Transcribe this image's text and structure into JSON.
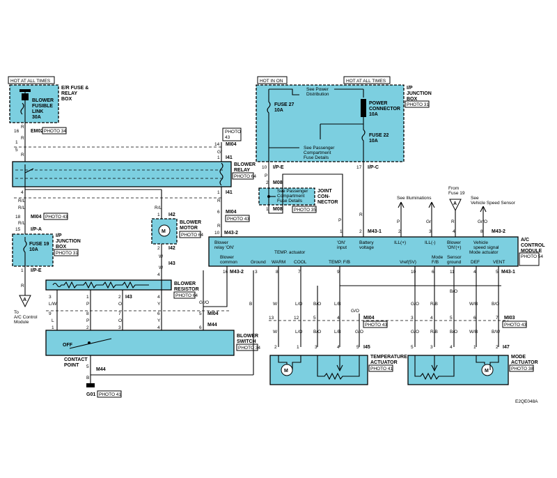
{
  "headers": {
    "hot_at_all_times_left": "HOT AT ALL TIMES",
    "hot_in_on": "HOT IN ON",
    "hot_at_all_times_right": "HOT AT ALL TIMES"
  },
  "er_box": {
    "title": [
      "E/R FUSE &",
      "RELAY",
      "BOX"
    ],
    "fuse": [
      "BLOWER",
      "FUSIBLE",
      "LINK",
      "30A"
    ]
  },
  "ip_box_top": {
    "title": [
      "I/P",
      "JUNCTION",
      "BOX"
    ],
    "photo": "PHOTO 31",
    "fuse27": [
      "FUSE 27",
      "10A"
    ],
    "power_connector": [
      "POWER",
      "CONNECTOR",
      "10A"
    ],
    "fuse22": [
      "FUSE 22",
      "10A"
    ],
    "see_power": [
      "See Power",
      "Distribution"
    ],
    "see_passenger": [
      "See Passenger",
      "Compartment",
      "Fuse Details"
    ]
  },
  "joint_connector": {
    "title": [
      "JOINT",
      "CON-",
      "NECTOR"
    ],
    "text": [
      "See Passenger",
      "Compartment",
      "Fuse Details"
    ],
    "photo": "PHOTO 35",
    "m08_top": "M08",
    "m08_bot": "M08"
  },
  "blower_relay": {
    "title": [
      "BLOWER",
      "RELAY"
    ],
    "photo": "PHOTO 64",
    "photo_top": [
      "PHOTO",
      "43"
    ]
  },
  "blower_motor": {
    "title": [
      "BLOWER",
      "MOTOR"
    ],
    "photo": "PHOTO 64"
  },
  "ip_junction_box": {
    "title": [
      "I/P",
      "JUNCTION",
      "BOX"
    ],
    "photo": "PHOTO 31",
    "fuse": [
      "FUSE 19",
      "10A"
    ]
  },
  "blower_resistor": {
    "title": [
      "BLOWER",
      "RESISTOR"
    ],
    "photo": "PHOTO 64"
  },
  "blower_switch": {
    "title": [
      "BLOWER",
      "SWITCH"
    ],
    "photo": "PHOTO 34",
    "off": "OFF",
    "contact": [
      "CONTACT",
      "POINT"
    ]
  },
  "ac_module": {
    "title": [
      "A/C",
      "CONTROL",
      "MODULE"
    ],
    "photo": "PHOTO 54",
    "top_labels": [
      {
        "t": [
          "Blower",
          "relay 'ON'"
        ]
      },
      {
        "t": [
          "'ON'",
          "input"
        ]
      },
      {
        "t": [
          "Battery",
          "voltage"
        ]
      },
      {
        "t": [
          "ILL(+)"
        ]
      },
      {
        "t": [
          "ILL(-)"
        ]
      },
      {
        "t": [
          "Blower",
          "'ON'(+)"
        ]
      },
      {
        "t": [
          "Vehicle",
          "speed signal"
        ]
      }
    ],
    "bottom_labels": [
      {
        "t": [
          "Blower",
          "common"
        ]
      },
      {
        "t": [
          "Ground"
        ]
      },
      {
        "t": [
          "WARM"
        ]
      },
      {
        "t": [
          "COOL"
        ]
      },
      {
        "t": [
          "TEMP. F/B"
        ]
      },
      {
        "t": [
          "Vref(5V)"
        ]
      },
      {
        "t": [
          "Mode",
          "F/B"
        ]
      },
      {
        "t": [
          "Sensor",
          "ground"
        ]
      },
      {
        "t": [
          "DEF"
        ]
      },
      {
        "t": [
          "VENT"
        ]
      }
    ],
    "temp_actuator": "TEMP. actuator",
    "mode_actuator": "Mode actuator"
  },
  "temp_actuator": {
    "title": [
      "TEMPERATURE",
      "ACTUATOR"
    ],
    "photo": "PHOTO 41"
  },
  "mode_actuator": {
    "title": [
      "MODE",
      "ACTUATOR"
    ],
    "photo": "PHOTO 38"
  },
  "ground": {
    "label": "G01",
    "photo": "PHOTO 41"
  },
  "connectors": {
    "em02": "EM02",
    "photo34": "PHOTO 34",
    "i41a": "I41",
    "mi04a": "MI04",
    "i41b": "I41",
    "mi04b": "MI04",
    "photo43a": "PHOTO 43",
    "m43_2": "M43-2",
    "ipa": "I/P-A",
    "mi04c": "MI04",
    "photo43b": "PHOTO 43",
    "ipe": "I/P-E",
    "ipe2": "I/P-E",
    "ipc": "I/P-C",
    "m43_1": "M43-1",
    "m43_2b": "M43-2",
    "m43_2c": "M43-2",
    "m43_1b": "M43-1",
    "i42a": "I42",
    "i42b": "I42",
    "i43a": "I43",
    "i43b": "I43",
    "mi04d": "MI04",
    "m44a": "M44",
    "m44b": "M44",
    "mi04e": "MI04",
    "photo43c": "PHOTO 43",
    "mi03": "MI03",
    "photo43d": "PHOTO 43",
    "i45": "I45",
    "i47": "I47"
  },
  "refs": {
    "ac_module_left": [
      "To",
      "A/C Control",
      "Module"
    ],
    "illuminations": "See Illuminations",
    "from_fuse19": [
      "From",
      "Fuse 19"
    ],
    "vehicle_speed": [
      "See",
      "Vehicle Speed Sensor"
    ],
    "code": "E2QE048A"
  }
}
